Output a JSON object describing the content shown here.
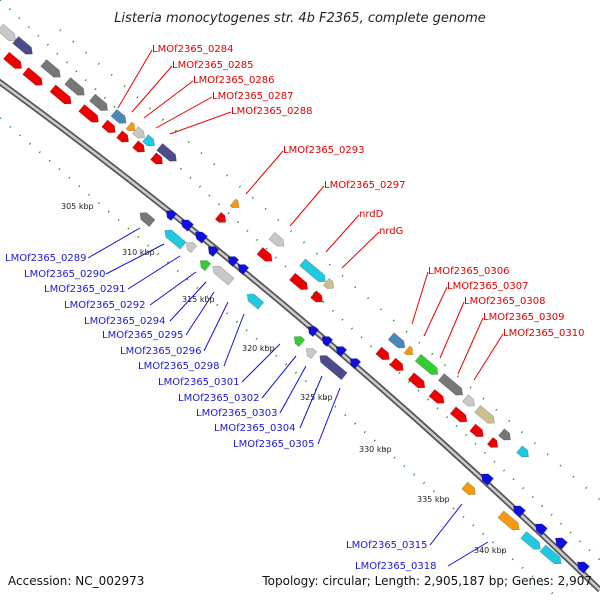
{
  "title": "Listeria monocytogenes str. 4b F2365, complete genome",
  "accession": "Accession: NC_002973",
  "topology": "Topology: circular; Length: 2,905,187 bp; Genes: 2,907",
  "kbp_ticks": [
    "305 kbp",
    "310 kbp",
    "315 kbp",
    "320 kbp",
    "325 kbp",
    "330 kbp",
    "335 kbp",
    "340 kbp"
  ],
  "red_labels": [
    "LMOf2365_0284",
    "LMOf2365_0285",
    "LMOf2365_0286",
    "LMOf2365_0287",
    "LMOf2365_0288",
    "LMOf2365_0293",
    "LMOf2365_0297",
    "nrdD",
    "nrdG",
    "LMOf2365_0306",
    "LMOf2365_0307",
    "LMOf2365_0308",
    "LMOf2365_0309",
    "LMOf2365_0310"
  ],
  "blue_labels": [
    "LMOf2365_0289",
    "LMOf2365_0290",
    "LMOf2365_0291",
    "LMOf2365_0292",
    "LMOf2365_0294",
    "LMOf2365_0295",
    "LMOf2365_0296",
    "LMOf2365_0298",
    "LMOf2365_0301",
    "LMOf2365_0302",
    "LMOf2365_0303",
    "LMOf2365_0304",
    "LMOf2365_0305",
    "LMOf2365_0315",
    "LMOf2365_0318"
  ],
  "colors": {
    "forward": "#ee0000",
    "reverse": "#1010dd",
    "gray": "#777777",
    "lightgray": "#c8c8c8",
    "navy": "#4a4a8c",
    "cyan": "#22c8dd",
    "orange": "#f59a10",
    "green": "#33cc33",
    "khaki": "#c8c090",
    "steel": "#4a86b8",
    "gc_dot": "#1a8a1a"
  }
}
